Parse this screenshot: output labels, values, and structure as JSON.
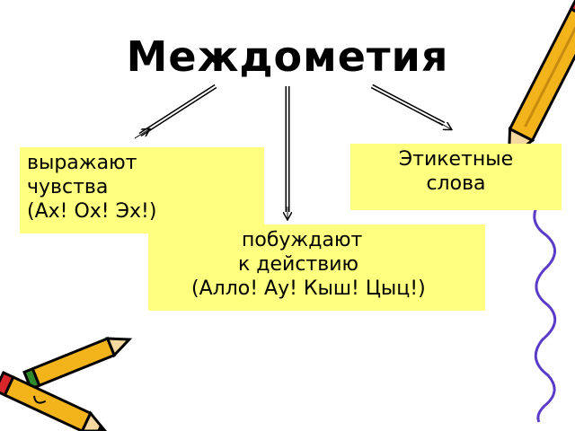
{
  "title": "Междометия",
  "boxes": {
    "left": {
      "lines": [
        "выражают",
        "чувства",
        "(Ах! Ох! Эх!)"
      ]
    },
    "right": {
      "lines": [
        "Этикетные",
        "слова"
      ]
    },
    "middle": {
      "lines": [
        "побуждают",
        "к действию",
        "(Алло! Ау! Кыш! Цыц!)"
      ]
    }
  },
  "colors": {
    "box_fill": "#ffff80",
    "pencil_body": "#f2b41a",
    "pencil_outline": "#000000",
    "pencil_tip_red": "#d8262b",
    "pencil_tip_green": "#2f8a2a",
    "wavy_line": "#5a3cc8"
  },
  "decorations": [
    "pencil-icon",
    "pencils-group-icon",
    "wavy-line"
  ]
}
